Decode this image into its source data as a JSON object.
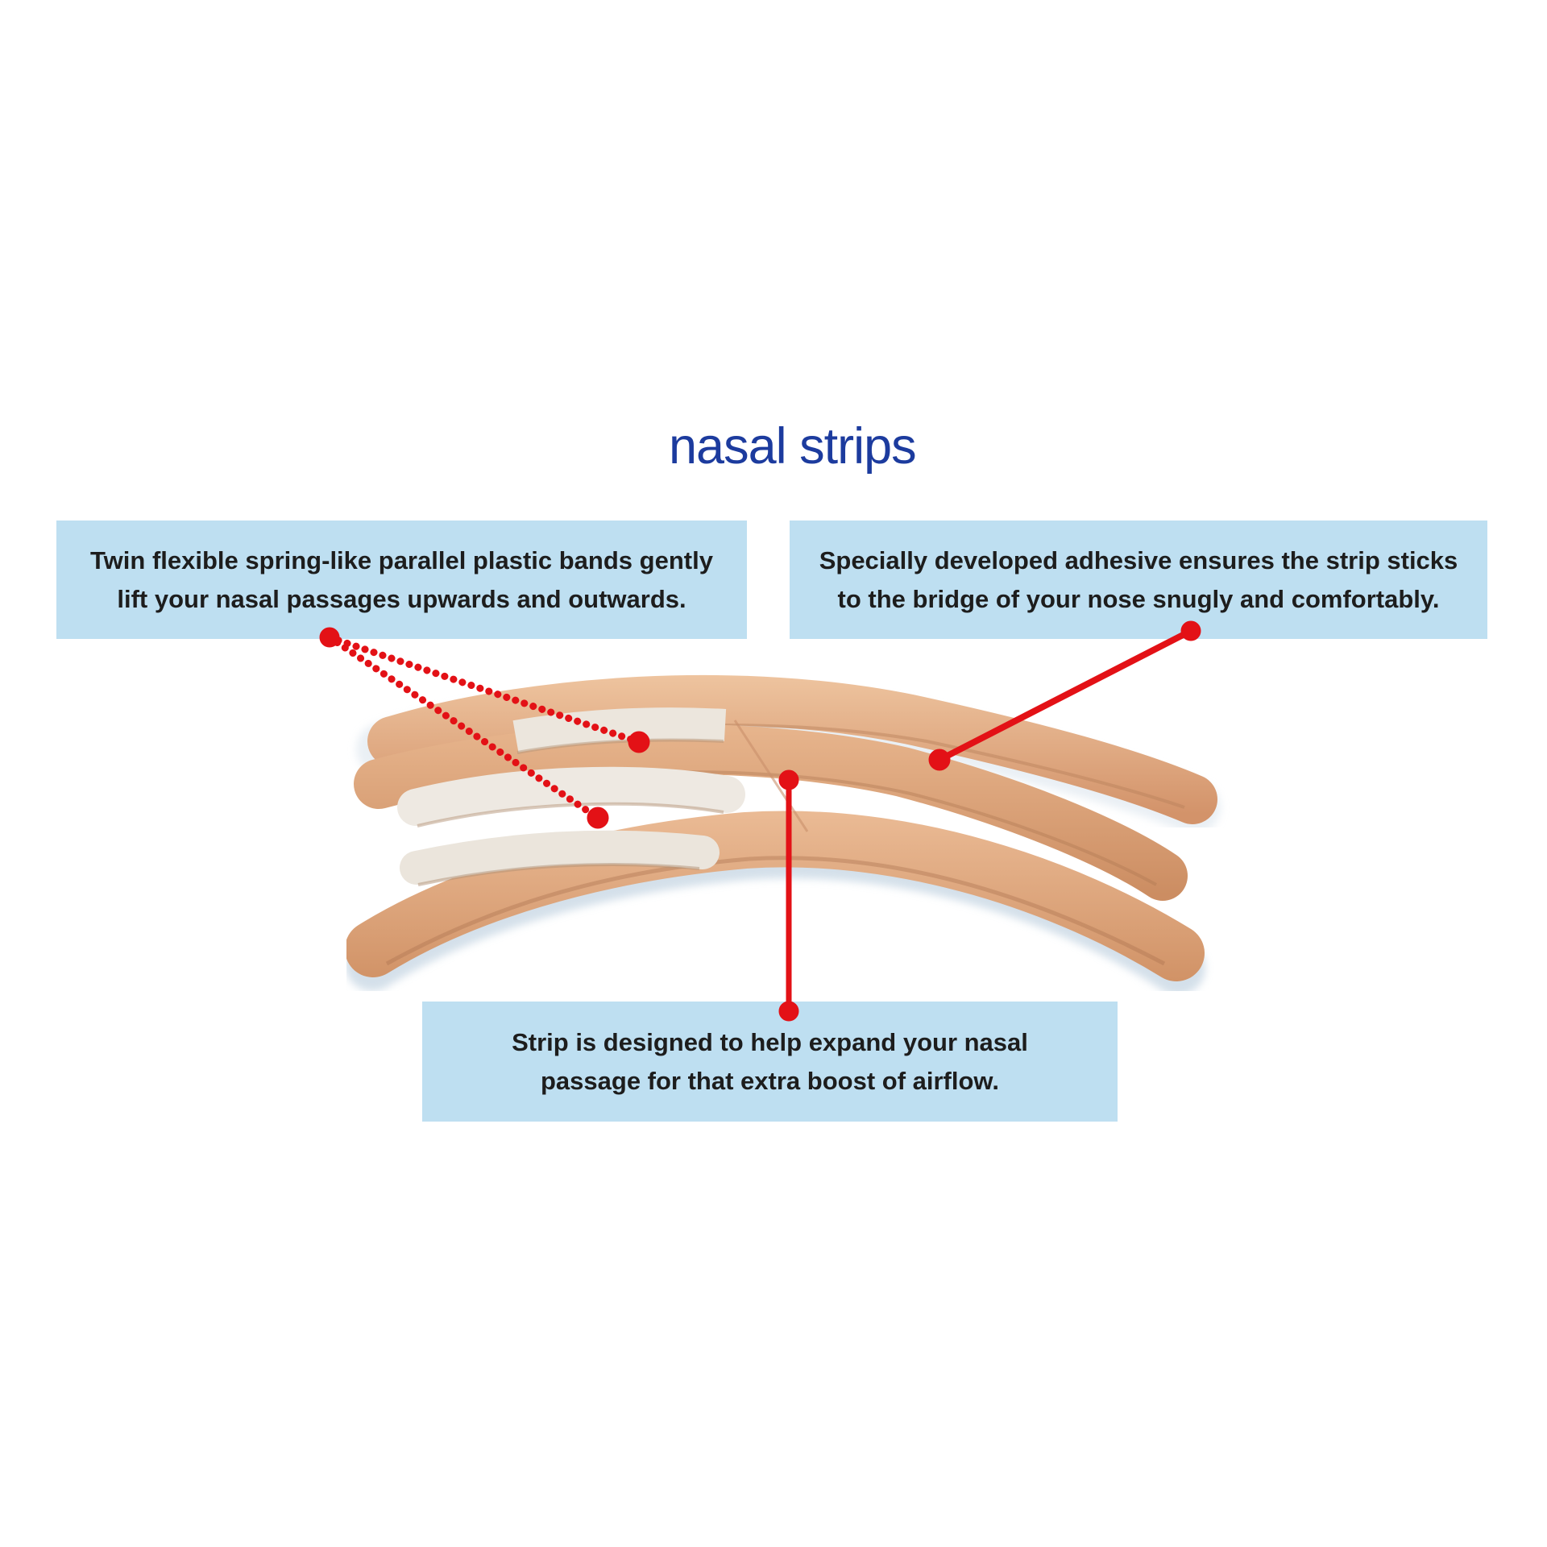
{
  "title": {
    "text": "nasal strips"
  },
  "callouts": {
    "twin_bands": {
      "line1": "Twin flexible spring-like parallel plastic bands gently",
      "line2": "lift your nasal passages upwards and outwards."
    },
    "adhesive": {
      "line1": "Specially developed adhesive ensures the strip sticks",
      "line2": "to the bridge of your nose snugly and comfortably."
    },
    "expand": {
      "line1": "Strip is designed to help expand your nasal",
      "line2": "passage for that extra boost of airflow."
    }
  },
  "colors": {
    "page_bg": "#ffffff",
    "title_blue": "#1c3b9e",
    "box_bg": "#bedff1",
    "text_dark": "#1d1d1d",
    "annotation_red": "#e31116",
    "strip_tan_light": "#ecc29e",
    "strip_tan_mid": "#dca47e",
    "strip_tan_dark": "#cf9166",
    "band_white": "#ece7df",
    "shadow_blue": "#c6d6e3"
  }
}
